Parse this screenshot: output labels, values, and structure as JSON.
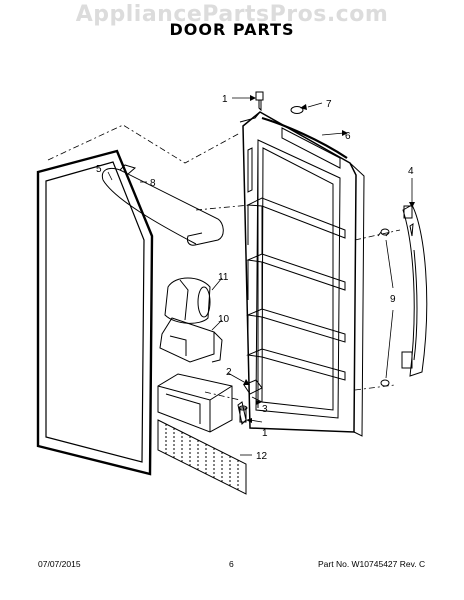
{
  "watermark": "AppliancePartsPros.com",
  "title": "DOOR PARTS",
  "callouts": {
    "c1a": "1",
    "c7": "7",
    "c6": "6",
    "c5": "5",
    "c8": "8",
    "c4": "4",
    "c11": "11",
    "c10": "10",
    "c9": "9",
    "c2": "2",
    "c3": "3",
    "c1b": "1",
    "c12": "12"
  },
  "footer": {
    "date": "07/07/2015",
    "page": "6",
    "part": "Part No. W10745427  Rev. C"
  }
}
